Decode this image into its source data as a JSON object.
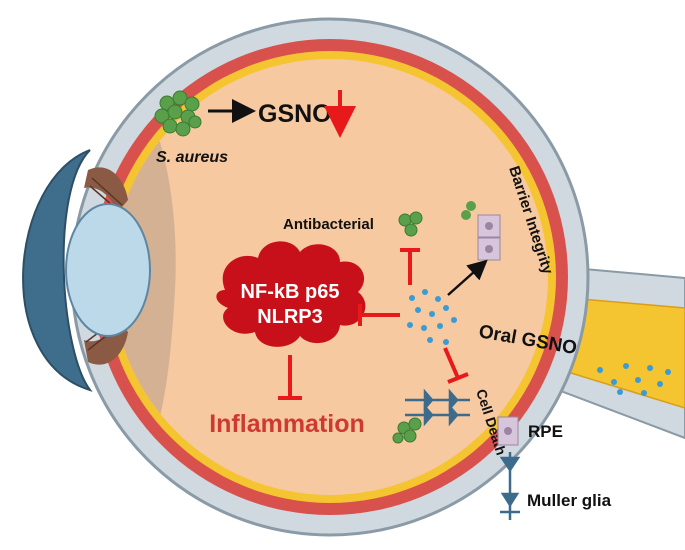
{
  "labels": {
    "gsno": "GSNO",
    "s_aureus": "S. aureus",
    "antibacterial": "Antibacterial",
    "barrier_integrity": "Barrier Integrity",
    "nfkb": "NF-kB p65",
    "nlrp3": "NLRP3",
    "oral_gsno": "Oral GSNO",
    "inflammation": "Inflammation",
    "cell_death": "Cell Death",
    "rpe": "RPE",
    "muller_glia": "Muller glia"
  },
  "colors": {
    "vitreous": "#f6c9a0",
    "sclera": "#cfd9df",
    "choroid": "#d9514c",
    "retina_yellow": "#f5c431",
    "optic_nerve": "#f5c431",
    "lens": "#bcd9ea",
    "cornea": "#3f6e8d",
    "ciliary": "#8a5a44",
    "bacteria": "#5aa04a",
    "inhibit_red": "#e8191b",
    "cloud_red": "#c8101a",
    "inflammation_text": "#cc3a33",
    "gsno_dot": "#3a9bd5",
    "rpe_cell": "#d7c5db",
    "muller": "#3d6b8c"
  }
}
